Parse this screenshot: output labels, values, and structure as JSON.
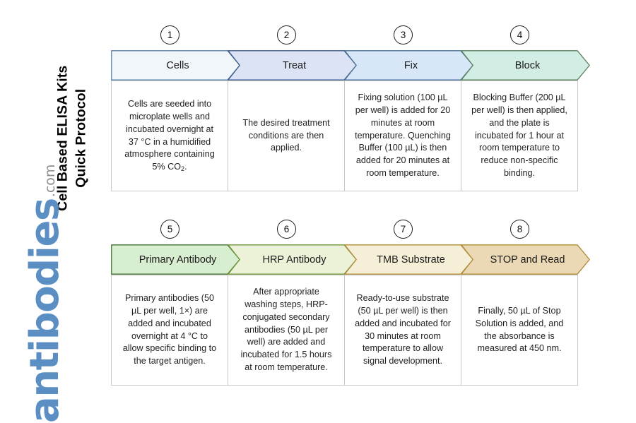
{
  "branding": {
    "vertical_title": "Cell Based ELISA Kits\nQuick Protocol",
    "logo_name": "antibodies",
    "logo_domain": ".com",
    "logo_color": "#5b8fc4",
    "logo_domain_color": "#8d8d8d"
  },
  "chart_data": {
    "type": "diagram",
    "title": "Cell Based ELISA Kits Quick Protocol",
    "layout": "two-row chevron process flow, 4 steps per row",
    "rows": [
      {
        "row_index": 1,
        "steps": [
          {
            "number": "1",
            "label": "Cells",
            "fill": "#f1f6fb",
            "stroke": "#5a7fa8",
            "description": "Cells are seeded into microplate wells and incubated overnight at 37 °C in a humidified atmosphere containing 5% CO₂."
          },
          {
            "number": "2",
            "label": "Treat",
            "fill": "#dce3f5",
            "stroke": "#3d5a8a",
            "description": "The desired treatment conditions are then applied."
          },
          {
            "number": "3",
            "label": "Fix",
            "fill": "#d8e7f8",
            "stroke": "#4a6f96",
            "description": "Fixing solution (100 µL per well) is added for 20 minutes at room temperature. Quenching Buffer (100 µL) is then added for 20 minutes at room temperature."
          },
          {
            "number": "4",
            "label": "Block",
            "fill": "#d2eee4",
            "stroke": "#5a7f5e",
            "description": "Blocking Buffer (200 µL per well) is then applied, and the plate is incubated for 1 hour at room temperature to reduce non-specific binding."
          }
        ]
      },
      {
        "row_index": 2,
        "steps": [
          {
            "number": "5",
            "label": "Primary Antibody",
            "fill": "#d8eed0",
            "stroke": "#3f7230",
            "description": "Primary antibodies (50 µL per well, 1×) are added and incubated overnight at 4 °C to allow specific binding to the target antigen."
          },
          {
            "number": "6",
            "label": "HRP Antibody",
            "fill": "#ebf2d7",
            "stroke": "#6f9338",
            "description": "After appropriate washing steps, HRP-conjugated secondary antibodies (50 µL per well) are added and incubated for 1.5 hours at room temperature."
          },
          {
            "number": "7",
            "label": "TMB Substrate",
            "fill": "#f5efd8",
            "stroke": "#b08a36",
            "description": "Ready-to-use substrate (50 µL per well) is then added and incubated for 30 minutes at room temperature to allow signal development."
          },
          {
            "number": "8",
            "label": "STOP and Read",
            "fill": "#ead9b4",
            "stroke": "#b08a36",
            "description": "Finally, 50 µL of Stop Solution is added, and the absorbance is measured at 450 nm."
          }
        ]
      }
    ]
  }
}
